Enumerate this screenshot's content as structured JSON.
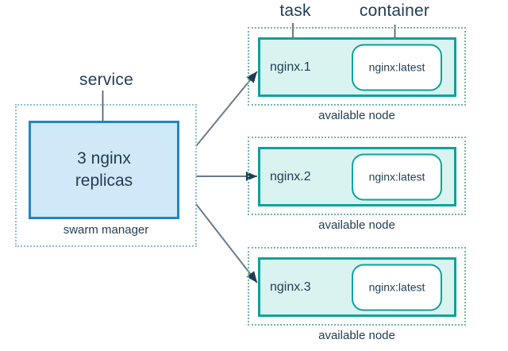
{
  "labels": {
    "service": "service",
    "task": "task",
    "container": "container"
  },
  "manager": {
    "box_lines": [
      "3 nginx",
      "replicas"
    ],
    "caption": "swarm manager"
  },
  "nodes": [
    {
      "task": "nginx.1",
      "container": "nginx:latest",
      "caption": "available node"
    },
    {
      "task": "nginx.2",
      "container": "nginx:latest",
      "caption": "available node"
    },
    {
      "task": "nginx.3",
      "container": "nginx:latest",
      "caption": "available node"
    }
  ],
  "colors": {
    "text": "#1f3c55",
    "manager_border": "#1e86c5",
    "manager_fill": "#cfe9f8",
    "manager_dash": "#8fbcdc",
    "node_border": "#0ba39a",
    "node_fill": "#d9f3f0",
    "node_dash": "#74b2ac",
    "container_fill": "#ffffff",
    "arrow_line": "#6b7a8a",
    "arrow_head": "#1f3c55",
    "pointer_line": "#44546a"
  }
}
